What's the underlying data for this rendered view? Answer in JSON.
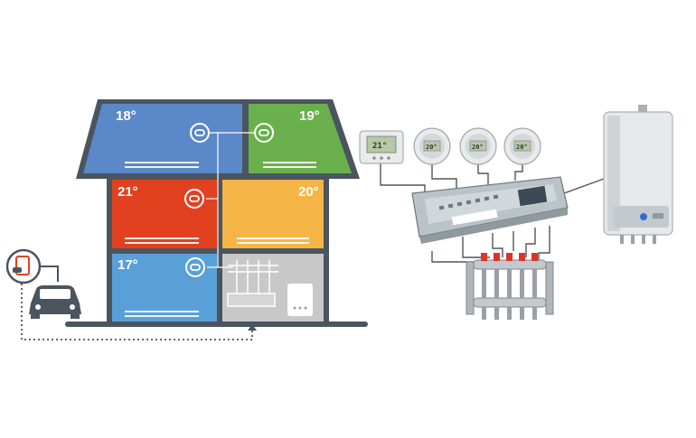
{
  "rooms": [
    {
      "id": "top-left",
      "temp": "18°",
      "color": "#5b88c8"
    },
    {
      "id": "top-right",
      "temp": "19°",
      "color": "#6ab04c"
    },
    {
      "id": "mid-left",
      "temp": "21°",
      "color": "#e2411f"
    },
    {
      "id": "mid-right",
      "temp": "20°",
      "color": "#f5b546"
    },
    {
      "id": "bottom-left",
      "temp": "17°",
      "color": "#5aa0d8"
    },
    {
      "id": "bottom-right",
      "temp": "",
      "color": "#c8c8c8"
    }
  ],
  "colors": {
    "house_frame": "#4a5560",
    "wiring": "#555555",
    "device_body": "#e8eaec",
    "controller_body": "#b9c3c8"
  },
  "devices": {
    "wall_display_reading": "21°",
    "thermostat_readings": [
      "20°",
      "20°",
      "20°"
    ]
  },
  "icons": [
    "thermostat-icon",
    "smartphone-icon",
    "car-icon",
    "manifold-icon",
    "boiler-icon"
  ]
}
